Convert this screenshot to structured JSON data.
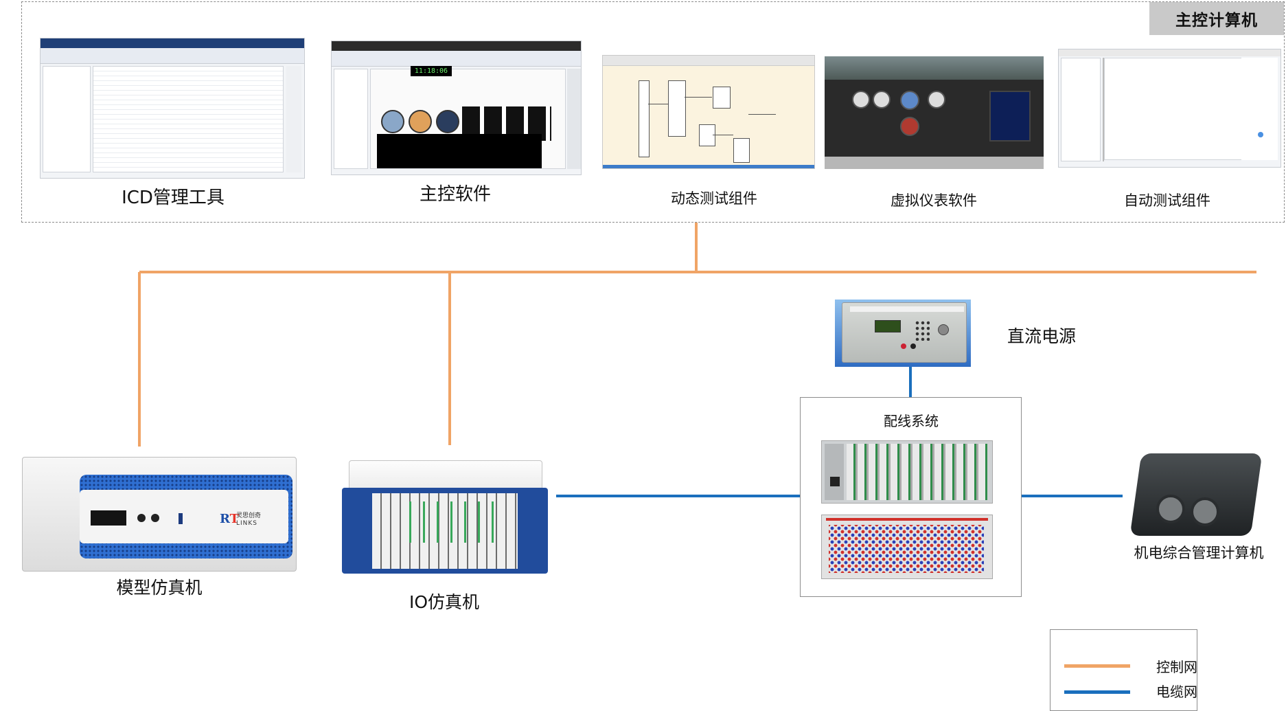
{
  "master_computer": {
    "title": "主控计算机"
  },
  "software": {
    "icd": "ICD管理工具",
    "master": "主控软件",
    "dynamic": "动态测试组件",
    "virtual": "虚拟仪表软件",
    "auto": "自动测试组件"
  },
  "hardware": {
    "model_sim": "模型仿真机",
    "io_sim": "IO仿真机",
    "dc_power": "直流电源",
    "wiring": "配线系统",
    "emc": "机电综合管理计算机",
    "brand_cn": "灵思创奇",
    "brand_en": "LINKS",
    "clock": "11:18:06"
  },
  "legend": {
    "control_net": "控制网",
    "cable_net": "电缆网"
  },
  "colors": {
    "control_net": "#f0a466",
    "cable_net": "#1a6fbd",
    "master_tag_bg": "#c9c9c9"
  }
}
